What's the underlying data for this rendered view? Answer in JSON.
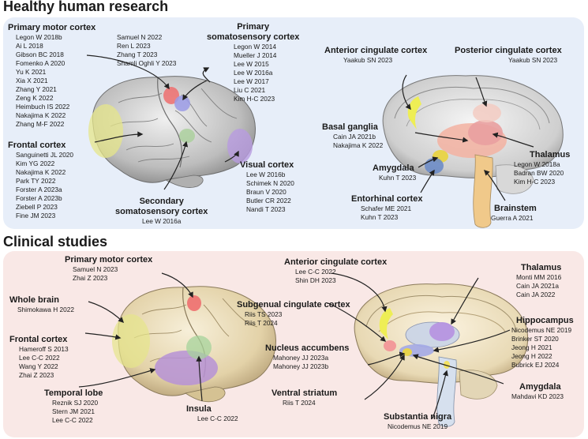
{
  "sections": {
    "top_title": "Healthy human research",
    "bottom_title": "Clinical studies"
  },
  "healthy": {
    "primary_motor": {
      "title": "Primary motor cortex",
      "refs": [
        "Legon W 2018b",
        "Ai L 2018",
        "Gibson BC 2018",
        "Fomenko A 2020",
        "Yu K 2021",
        "Xia X 2021",
        "Zhang Y 2021",
        "Zeng K 2022",
        "Heimbuch IS 2022",
        "Nakajima K 2022",
        "Zhang M-F 2022"
      ]
    },
    "motor_extra": {
      "refs": [
        "Samuel N 2022",
        "Ren L 2023",
        "Zhang T 2023",
        "Shamli Oghli Y 2023"
      ]
    },
    "primary_somato": {
      "title_line1": "Primary",
      "title_line2": "somatosensory cortex",
      "refs": [
        "Legon W 2014",
        "Mueller J 2014",
        "Lee W 2015",
        "Lee W 2016a",
        "Lee W 2017",
        "Liu C 2021",
        "Kim H-C 2023"
      ]
    },
    "frontal": {
      "title": "Frontal cortex",
      "refs": [
        "Sanguinetti JL 2020",
        "Kim YG 2022",
        "Nakajima K 2022",
        "Park TY 2022",
        "Forster A 2023a",
        "Forster A 2023b",
        "Ziebell P 2023",
        "Fine JM 2023"
      ]
    },
    "secondary_somato": {
      "title_line1": "Secondary",
      "title_line2": "somatosensory cortex",
      "refs": [
        "Lee W 2016a"
      ]
    },
    "visual": {
      "title": "Visual cortex",
      "refs": [
        "Lee W 2016b",
        "Schimek N 2020",
        "Braun V 2020",
        "Butler CR 2022",
        "Nandi T 2023"
      ]
    },
    "anterior_cingulate": {
      "title": "Anterior cingulate cortex",
      "refs": [
        "Yaakub SN 2023"
      ]
    },
    "posterior_cingulate": {
      "title": "Posterior cingulate cortex",
      "refs": [
        "Yaakub SN 2023"
      ]
    },
    "basal_ganglia": {
      "title": "Basal ganglia",
      "refs": [
        "Cain JA 2021b",
        "Nakajima K 2022"
      ]
    },
    "amygdala": {
      "title": "Amygdala",
      "refs": [
        "Kuhn T 2023"
      ]
    },
    "thalamus": {
      "title": "Thalamus",
      "refs": [
        "Legon W 2018a",
        "Badran BW 2020",
        "Kim H-C 2023"
      ]
    },
    "entorhinal": {
      "title": "Entorhinal cortex",
      "refs": [
        "Schafer ME 2021",
        "Kuhn T 2023"
      ]
    },
    "brainstem": {
      "title": "Brainstem",
      "refs": [
        "Guerra A 2021"
      ]
    }
  },
  "clinical": {
    "primary_motor": {
      "title": "Primary motor cortex",
      "refs": [
        "Samuel N 2023",
        "Zhai Z 2023"
      ]
    },
    "whole_brain": {
      "title": "Whole brain",
      "refs": [
        "Shimokawa H 2022"
      ]
    },
    "frontal": {
      "title": "Frontal cortex",
      "refs": [
        "Hameroff S 2013",
        "Lee C-C 2022",
        "Wang Y 2022",
        "Zhai Z 2023"
      ]
    },
    "temporal": {
      "title": "Temporal lobe",
      "refs": [
        "Reznik SJ 2020",
        "Stern JM 2021",
        "Lee C-C 2022"
      ]
    },
    "insula": {
      "title": "Insula",
      "refs": [
        "Lee C-C 2022"
      ]
    },
    "anterior_cingulate": {
      "title": "Anterior cingulate cortex",
      "refs": [
        "Lee C-C 2022",
        "Shin DH 2023"
      ]
    },
    "subgenual": {
      "title": "Subgenual cingulate cortex",
      "refs": [
        "Riis TS 2023",
        "Riis T 2024"
      ]
    },
    "nucleus_accumbens": {
      "title": "Nucleus accumbens",
      "refs": [
        "Mahoney JJ 2023a",
        "Mahoney JJ 2023b"
      ]
    },
    "ventral_striatum": {
      "title": "Ventral striatum",
      "refs": [
        "Riis T 2024"
      ]
    },
    "substantia_nigra": {
      "title": "Substantia nigra",
      "refs": [
        "Nicodemus NE 2019"
      ]
    },
    "thalamus": {
      "title": "Thalamus",
      "refs": [
        "Monti MM 2016",
        "Cain JA 2021a",
        "Cain JA 2022"
      ]
    },
    "hippocampus": {
      "title": "Hippocampus",
      "refs": [
        "Nicodemus NE 2019",
        "Brinker ST 2020",
        "Jeong H 2021",
        "Jeong H 2022",
        "Bubrick EJ 2024"
      ]
    },
    "amygdala": {
      "title": "Amygdala",
      "refs": [
        "Mahdavi KD 2023"
      ]
    }
  },
  "colors": {
    "top_panel": "#e7eef9",
    "bottom_panel": "#f9e8e6",
    "frontal": "#e6e68a",
    "motor": "#ee6f6f",
    "somato": "#9b9be6",
    "secondary": "#a9cf9a",
    "visual": "#b89be0",
    "temporal": "#b692d6",
    "insula": "#a6d39b",
    "cingulate_ant": "#eeee55",
    "thalamus": "#e9a0a0",
    "hippocampus": "#a3a8e6",
    "amygdala": "#e8d44c",
    "brainstem": "#f0c98a",
    "basal": "#f3b2a1",
    "entorhinal": "#6d8cc6",
    "substantia": "#f2e160"
  }
}
